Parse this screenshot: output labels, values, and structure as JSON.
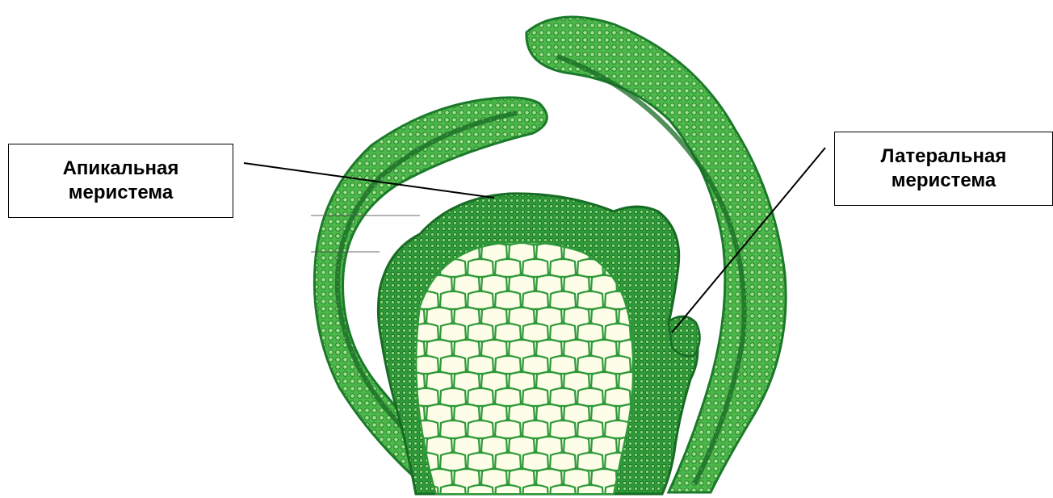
{
  "labels": {
    "apical": {
      "line1": "Апикальная",
      "line2": "меристема"
    },
    "lateral": {
      "line1": "Латеральная",
      "line2": "меристема"
    }
  },
  "colors": {
    "tissue_dark": "#1b7a2a",
    "tissue_mid": "#3aa83f",
    "tissue_light": "#7fd06a",
    "cell_fill": "#fdfde8",
    "leader_line": "#000000"
  }
}
